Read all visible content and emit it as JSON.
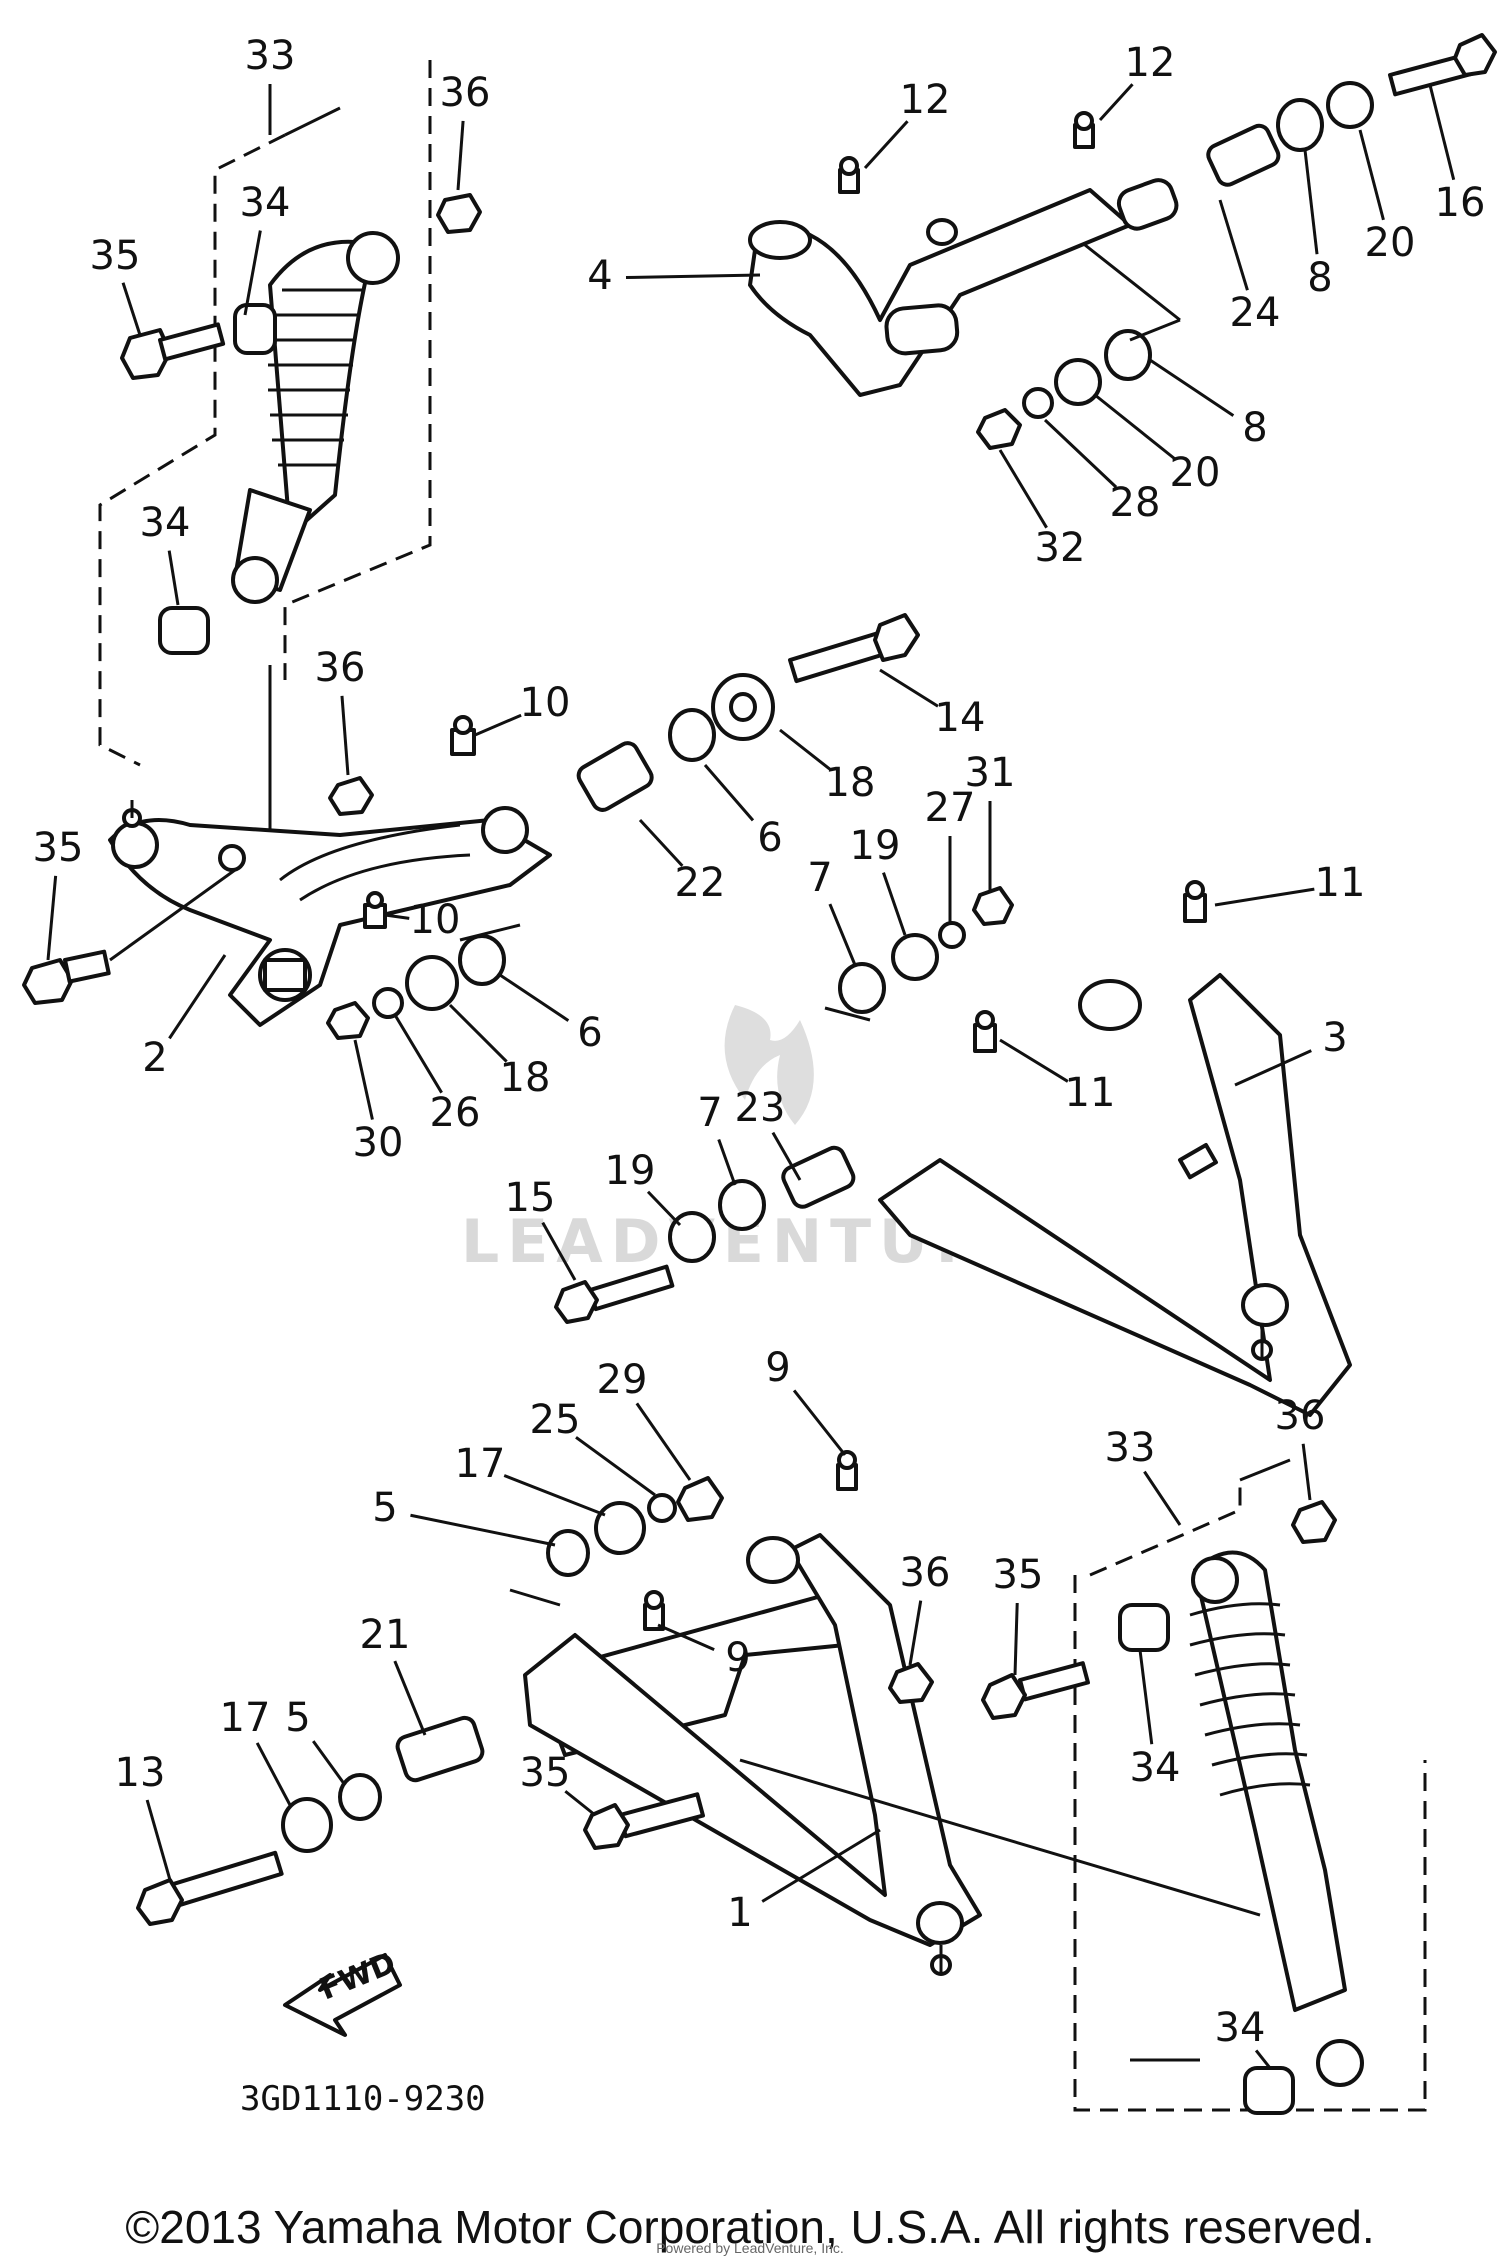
{
  "diagram": {
    "callouts": [
      {
        "id": "33a",
        "text": "33"
      },
      {
        "id": "36a",
        "text": "36"
      },
      {
        "id": "34a",
        "text": "34"
      },
      {
        "id": "35a",
        "text": "35"
      },
      {
        "id": "34b",
        "text": "34"
      },
      {
        "id": "36b",
        "text": "36"
      },
      {
        "id": "35b",
        "text": "35"
      },
      {
        "id": "2",
        "text": "2"
      },
      {
        "id": "10a",
        "text": "10"
      },
      {
        "id": "10b",
        "text": "10"
      },
      {
        "id": "22",
        "text": "22"
      },
      {
        "id": "6a",
        "text": "6"
      },
      {
        "id": "6b",
        "text": "6"
      },
      {
        "id": "18a",
        "text": "18"
      },
      {
        "id": "18b",
        "text": "18"
      },
      {
        "id": "14",
        "text": "14"
      },
      {
        "id": "30",
        "text": "30"
      },
      {
        "id": "26",
        "text": "26"
      },
      {
        "id": "12a",
        "text": "12"
      },
      {
        "id": "12b",
        "text": "12"
      },
      {
        "id": "16",
        "text": "16"
      },
      {
        "id": "4",
        "text": "4"
      },
      {
        "id": "8a",
        "text": "8"
      },
      {
        "id": "20a",
        "text": "20"
      },
      {
        "id": "24",
        "text": "24"
      },
      {
        "id": "8b",
        "text": "8"
      },
      {
        "id": "20b",
        "text": "20"
      },
      {
        "id": "28",
        "text": "28"
      },
      {
        "id": "32",
        "text": "32"
      },
      {
        "id": "7a",
        "text": "7"
      },
      {
        "id": "19a",
        "text": "19"
      },
      {
        "id": "27",
        "text": "27"
      },
      {
        "id": "31",
        "text": "31"
      },
      {
        "id": "11a",
        "text": "11"
      },
      {
        "id": "3",
        "text": "3"
      },
      {
        "id": "11b",
        "text": "11"
      },
      {
        "id": "23",
        "text": "23"
      },
      {
        "id": "7b",
        "text": "7"
      },
      {
        "id": "19b",
        "text": "19"
      },
      {
        "id": "15",
        "text": "15"
      },
      {
        "id": "29",
        "text": "29"
      },
      {
        "id": "9a",
        "text": "9"
      },
      {
        "id": "25",
        "text": "25"
      },
      {
        "id": "17a",
        "text": "17"
      },
      {
        "id": "5a",
        "text": "5"
      },
      {
        "id": "36c",
        "text": "36"
      },
      {
        "id": "35c",
        "text": "35"
      },
      {
        "id": "9b",
        "text": "9"
      },
      {
        "id": "21",
        "text": "21"
      },
      {
        "id": "5b",
        "text": "5"
      },
      {
        "id": "17b",
        "text": "17"
      },
      {
        "id": "13",
        "text": "13"
      },
      {
        "id": "35d",
        "text": "35"
      },
      {
        "id": "33b",
        "text": "33"
      },
      {
        "id": "36d",
        "text": "36"
      },
      {
        "id": "34c",
        "text": "34"
      },
      {
        "id": "1",
        "text": "1"
      },
      {
        "id": "34d",
        "text": "34"
      }
    ],
    "fwd_label": "FWD",
    "drawing_code": "3GD1110-9230",
    "watermark": "LEADVENTURE"
  },
  "footer": {
    "copyright": "©2013 Yamaha Motor Corporation, U.S.A. All rights reserved.",
    "credit": "Powered by LeadVenture, Inc."
  }
}
